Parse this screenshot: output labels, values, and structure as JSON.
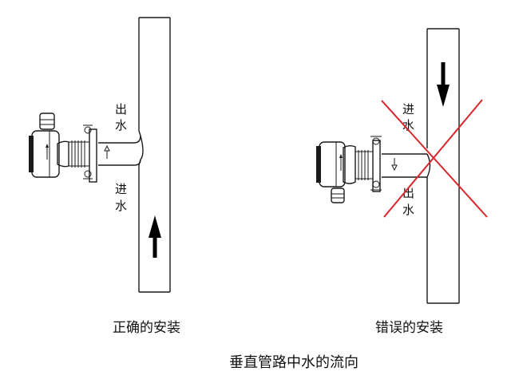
{
  "left_diagram": {
    "upper_label": [
      "出",
      "水"
    ],
    "lower_label": [
      "进",
      "水"
    ],
    "caption": "正确的安装"
  },
  "right_diagram": {
    "upper_label": [
      "进",
      "水"
    ],
    "lower_label": [
      "出",
      "水"
    ],
    "caption": "错误的安装"
  },
  "title": "垂直管路中水的流向",
  "colors": {
    "line": "#1a1a1a",
    "cross": "#d9262b",
    "arrow": "#000000"
  },
  "icons": {
    "flow_arrow": "flow-arrow-icon",
    "cross_mark": "x-mark-icon"
  }
}
